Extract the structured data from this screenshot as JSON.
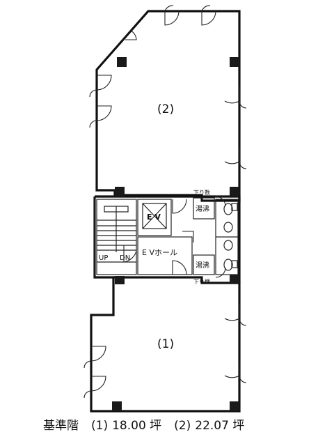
{
  "labels": {
    "unit_2": "(2)",
    "unit_1": "(1)",
    "elevator": "E V",
    "ev_hall": "E Vホール",
    "up": "UP",
    "dn": "DN",
    "pantry_top": "湯沸",
    "pantry_bottom": "湯沸",
    "descending_top": "下り数",
    "descending_bottom": "下り壁"
  },
  "caption": {
    "title": "基準階",
    "unit_1_label": "(1)",
    "unit_1_area": "18.00 坪",
    "unit_2_label": "(2)",
    "unit_2_area": "22.07 坪"
  }
}
